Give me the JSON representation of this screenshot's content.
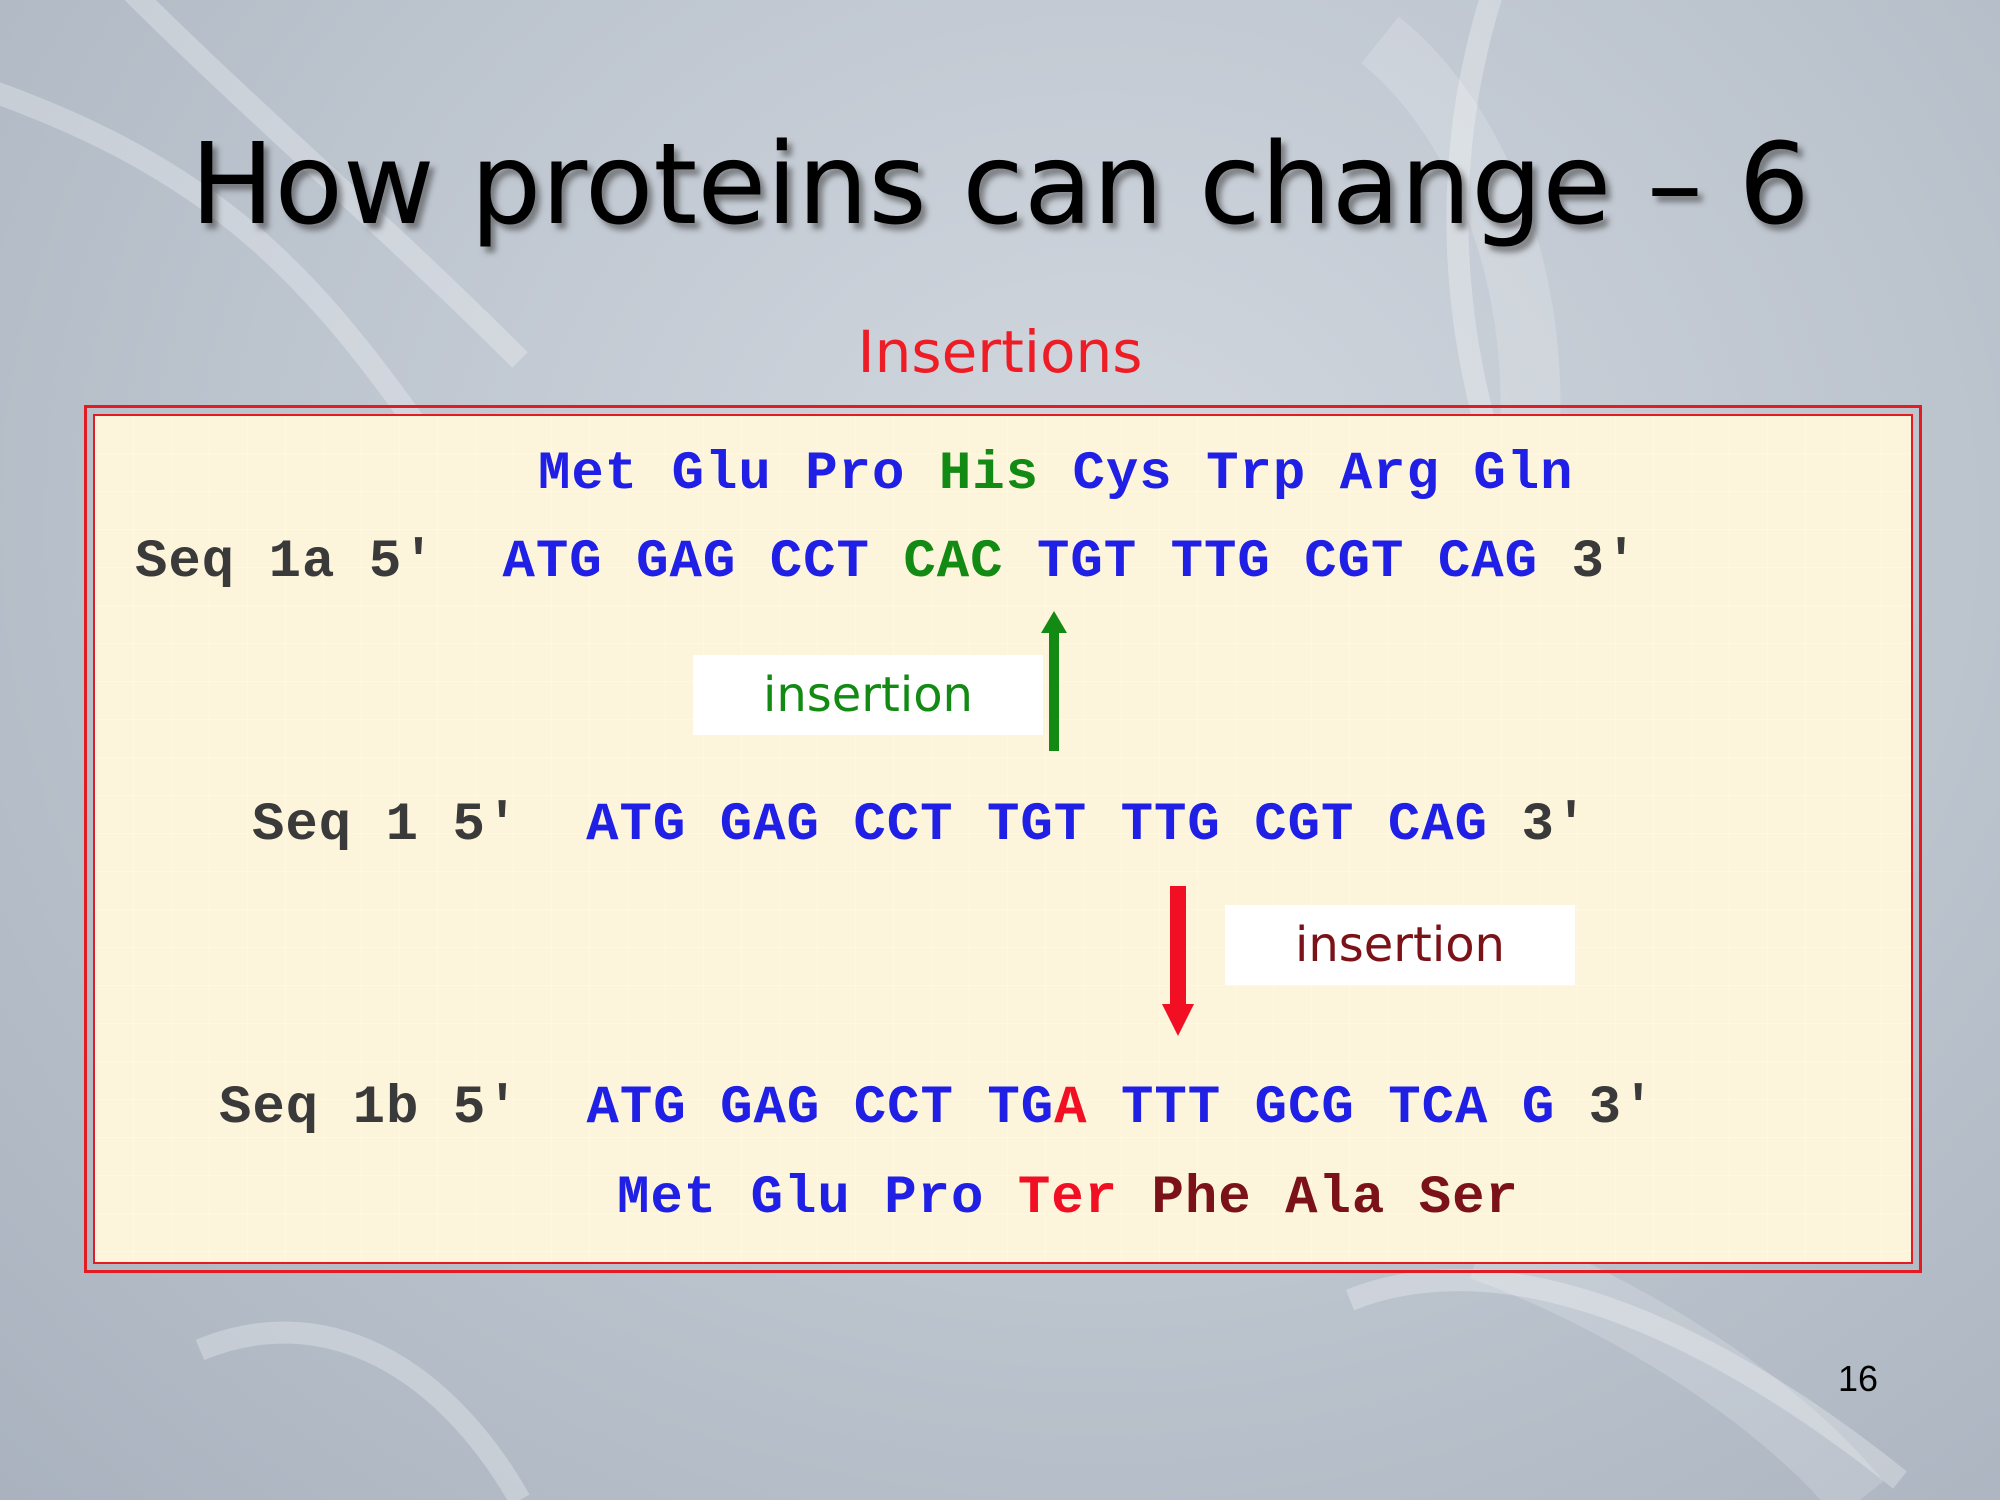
{
  "slide": {
    "title": "How proteins can change – 6",
    "subtitle": "Insertions",
    "page_number": "16"
  },
  "rows": {
    "seq1a_aa": {
      "codons": [
        "Met",
        "Glu",
        "Pro",
        "His",
        "Cys",
        "Trp",
        "Arg",
        "Gln"
      ]
    },
    "seq1a": {
      "label": "Seq 1a",
      "five": "5′",
      "codons": [
        "ATG",
        "GAG",
        "CCT",
        "CAC",
        "TGT",
        "TTG",
        "CGT",
        "CAG"
      ],
      "three": "3′"
    },
    "seq1": {
      "label": "Seq 1",
      "five": "5′",
      "codons": [
        "ATG",
        "GAG",
        "CCT",
        "TGT",
        "TTG",
        "CGT",
        "CAG"
      ],
      "three": "3′"
    },
    "seq1b": {
      "label": "Seq 1b",
      "five": "5′",
      "codons": [
        "ATG",
        "GAG",
        "CCT",
        "TG",
        "A",
        "TTT",
        "GCG",
        "TCA",
        "G"
      ],
      "three": "3′"
    },
    "seq1b_aa": {
      "codons": [
        "Met",
        "Glu",
        "Pro",
        "Ter",
        "Phe",
        "Ala",
        "Ser"
      ]
    }
  },
  "labels": {
    "upper": "insertion",
    "lower": "insertion"
  },
  "colors": {
    "title_red": "#ee1c24",
    "codon_blue": "#1f1fe6",
    "insert_green": "#138a14",
    "insert_red": "#f20f24",
    "stop_maroon": "#7a1218",
    "label_gray": "#3a3a3a",
    "frame_red": "#e31b23"
  }
}
